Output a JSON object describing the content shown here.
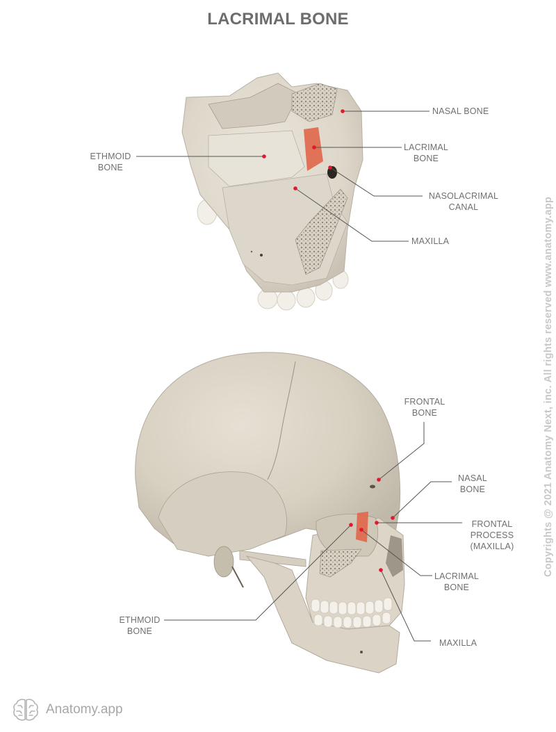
{
  "title": "LACRIMAL BONE",
  "colors": {
    "highlight": "#e0664a",
    "pointer_dot": "#e0192e",
    "leader_line": "#555555",
    "label_text": "#6f6f6f",
    "bone": "#e3ddd2",
    "bone_shadow": "#bfb8ab"
  },
  "upper_figure": {
    "description": "Close-up of maxilla region, lateral view",
    "labels": [
      {
        "id": "nasal-bone",
        "lines": [
          "NASAL BONE"
        ]
      },
      {
        "id": "lacrimal-bone",
        "lines": [
          "LACRIMAL",
          "BONE"
        ]
      },
      {
        "id": "ethmoid-bone",
        "lines": [
          "ETHMOID",
          "BONE"
        ]
      },
      {
        "id": "nasolacrimal-canal",
        "lines": [
          "NASOLACRIMAL",
          "CANAL"
        ]
      },
      {
        "id": "maxilla",
        "lines": [
          "MAXILLA"
        ]
      }
    ]
  },
  "lower_figure": {
    "description": "Skull, anterolateral view",
    "labels": [
      {
        "id": "frontal-bone",
        "lines": [
          "FRONTAL",
          "BONE"
        ]
      },
      {
        "id": "nasal-bone",
        "lines": [
          "NASAL",
          "BONE"
        ]
      },
      {
        "id": "frontal-process",
        "lines": [
          "FRONTAL",
          "PROCESS",
          "(MAXILLA)"
        ]
      },
      {
        "id": "lacrimal-bone",
        "lines": [
          "LACRIMAL",
          "BONE"
        ]
      },
      {
        "id": "maxilla",
        "lines": [
          "MAXILLA"
        ]
      },
      {
        "id": "ethmoid-bone",
        "lines": [
          "ETHMOID",
          "BONE"
        ]
      }
    ]
  },
  "copyright": "Copyrights @ 2021 Anatomy Next, inc. All rights reserved www.anatomy.app",
  "footer": {
    "logo_icon": "brain-icon",
    "brand": "Anatomy.app"
  }
}
